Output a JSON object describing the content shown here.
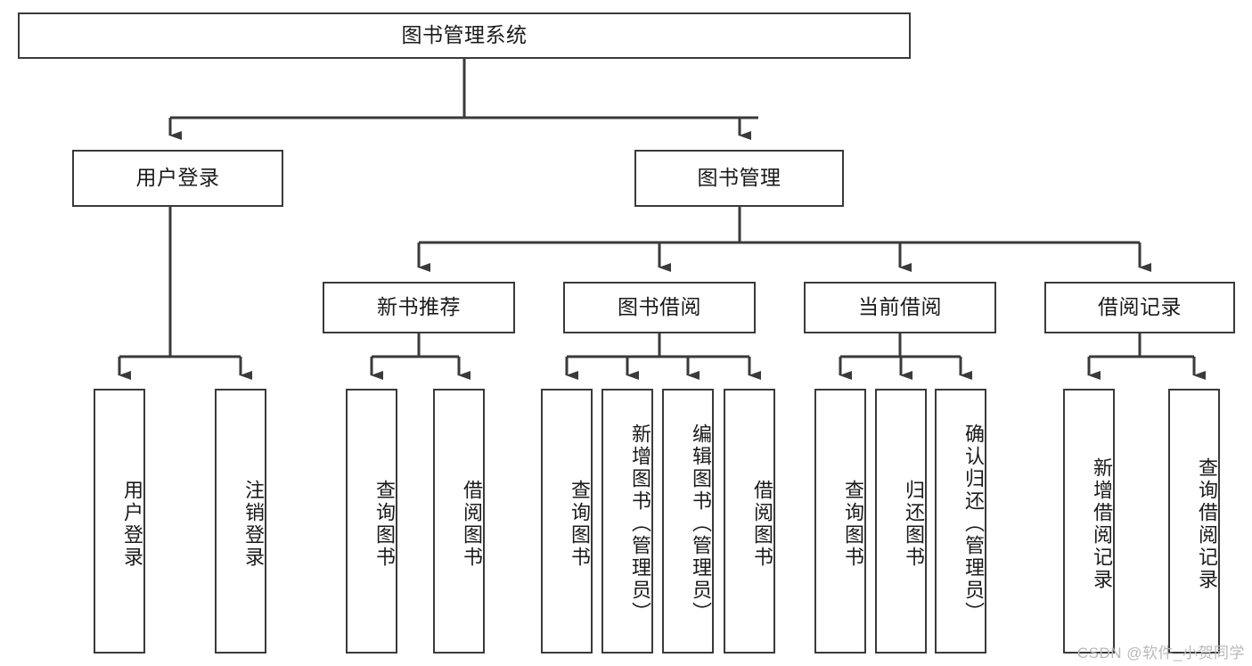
{
  "diagram": {
    "title": "图书管理系统",
    "type": "tree-hierarchy-chart",
    "root": {
      "label": "图书管理系统"
    },
    "level2": [
      {
        "label": "用户登录"
      },
      {
        "label": "图书管理"
      }
    ],
    "level3": [
      {
        "label": "新书推荐"
      },
      {
        "label": "图书借阅"
      },
      {
        "label": "当前借阅"
      },
      {
        "label": "借阅记录"
      }
    ],
    "leaves": {
      "user_login": [
        {
          "label": "用户登录"
        },
        {
          "label": "注销登录"
        }
      ],
      "new_book_recommend": [
        {
          "label": "查询图书"
        },
        {
          "label": "借阅图书"
        }
      ],
      "book_borrow": [
        {
          "label": "查询图书"
        },
        {
          "label": "新增图书（管理员）"
        },
        {
          "label": "编辑图书（管理员）"
        },
        {
          "label": "借阅图书"
        }
      ],
      "current_borrow": [
        {
          "label": "查询图书"
        },
        {
          "label": "归还图书"
        },
        {
          "label": "确认归还（管理员）"
        }
      ],
      "borrow_record": [
        {
          "label": "新增借阅记录"
        },
        {
          "label": "查询借阅记录"
        }
      ]
    }
  },
  "watermark": {
    "text": "CSDN @软件_小贺同学"
  },
  "colors": {
    "stroke": "#3a3a3a",
    "background": "#ffffff",
    "text": "#1a1a1a",
    "watermark": "#b9b9b9"
  }
}
